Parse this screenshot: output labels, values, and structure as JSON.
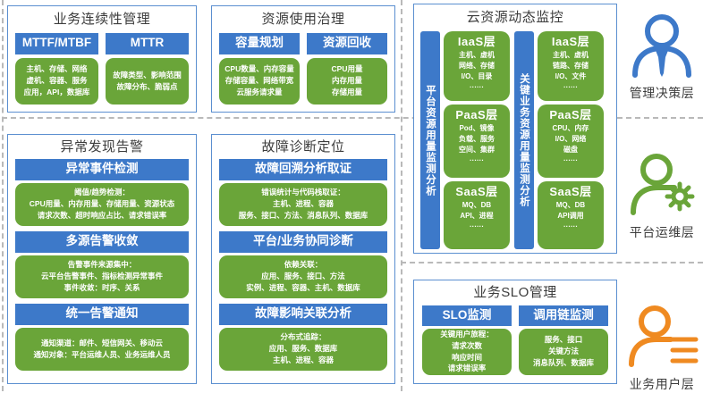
{
  "colors": {
    "blue": "#3d79c9",
    "green": "#6aa539",
    "panel_border": "#5b8fd0",
    "divider": "#b9b9b9",
    "persona_blue": "#3d79c9",
    "persona_green": "#6aa539",
    "persona_orange": "#ef8a21",
    "text_dark": "#3c3c3c"
  },
  "panels": {
    "business_continuity": {
      "title": "业务连续性管理",
      "columns": [
        {
          "header": "MTTF/MTBF",
          "lines": [
            "主机、存储、网络",
            "虚机、容器、服务",
            "应用，API，数据库"
          ]
        },
        {
          "header": "MTTR",
          "lines": [
            "故障类型、影响范围",
            "故障分布、脆弱点"
          ]
        }
      ]
    },
    "resource_governance": {
      "title": "资源使用治理",
      "columns": [
        {
          "header": "容量规划",
          "lines": [
            "CPU数量、内存容量",
            "存储容量、网络带宽",
            "云服务请求量"
          ]
        },
        {
          "header": "资源回收",
          "lines": [
            "CPU用量",
            "内存用量",
            "存储用量"
          ]
        }
      ]
    },
    "cloud_monitoring": {
      "title": "云资源动态监控",
      "groups": [
        {
          "strip": "平台资源用量监测分析",
          "cards": [
            {
              "header": "IaaS层",
              "lines": [
                "主机、虚机",
                "网络、存储",
                "I/O、目录",
                "······"
              ]
            },
            {
              "header": "PaaS层",
              "lines": [
                "Pod、镜像",
                "负载、服务",
                "空间、集群",
                "······"
              ]
            },
            {
              "header": "SaaS层",
              "lines": [
                "MQ、DB",
                "API、进程",
                "······"
              ]
            }
          ]
        },
        {
          "strip": "关键业务资源用量监测分析",
          "cards": [
            {
              "header": "IaaS层",
              "lines": [
                "主机、虚机",
                "链路、存储",
                "I/O、文件",
                "······"
              ]
            },
            {
              "header": "PaaS层",
              "lines": [
                "CPU、内存",
                "I/O、网络",
                "磁盘",
                "······"
              ]
            },
            {
              "header": "SaaS层",
              "lines": [
                "MQ、DB",
                "API调用",
                "······"
              ]
            }
          ]
        }
      ]
    },
    "anomaly_alerting": {
      "title": "异常发现告警",
      "sections": [
        {
          "header": "异常事件检测",
          "lines": [
            "阈值/趋势检测：",
            "CPU用量、内存用量、存储用量、资源状态",
            "请求次数、超时响应占比、请求错误率"
          ]
        },
        {
          "header": "多源告警收敛",
          "lines": [
            "告警事件来源集中：",
            "云平台告警事件、指标检测异常事件",
            "事件收敛：时序、关系"
          ]
        },
        {
          "header": "统一告警通知",
          "lines": [
            "通知渠道：邮件、短信网关、移动云",
            "通知对象：平台运维人员、业务运维人员"
          ]
        }
      ]
    },
    "fault_diagnosis": {
      "title": "故障诊断定位",
      "sections": [
        {
          "header": "故障回溯分析取证",
          "lines": [
            "错误统计与代码栈取证：",
            "主机、进程、容器",
            "服务、接口、方法、消息队列、数据库"
          ]
        },
        {
          "header": "平台/业务协同诊断",
          "lines": [
            "依赖关联：",
            "应用、服务、接口、方法",
            "实例、进程、容器、主机、数据库"
          ]
        },
        {
          "header": "故障影响关联分析",
          "lines": [
            "分布式追踪：",
            "应用、服务、数据库",
            "主机、进程、容器"
          ]
        }
      ]
    },
    "business_slo": {
      "title": "业务SLO管理",
      "columns": [
        {
          "header": "SLO监测",
          "lines": [
            "关键用户旅程：",
            "请求次数",
            "响应时间",
            "请求错误率"
          ]
        },
        {
          "header": "调用链监测",
          "lines": [
            "服务、接口",
            "关键方法",
            "消息队列、数据库"
          ]
        }
      ]
    }
  },
  "personas": [
    {
      "label": "管理决策层",
      "icon": "person-tie-icon",
      "color": "#3d79c9"
    },
    {
      "label": "平台运维层",
      "icon": "person-gear-icon",
      "color": "#6aa539"
    },
    {
      "label": "业务用户层",
      "icon": "person-lines-icon",
      "color": "#ef8a21"
    }
  ]
}
